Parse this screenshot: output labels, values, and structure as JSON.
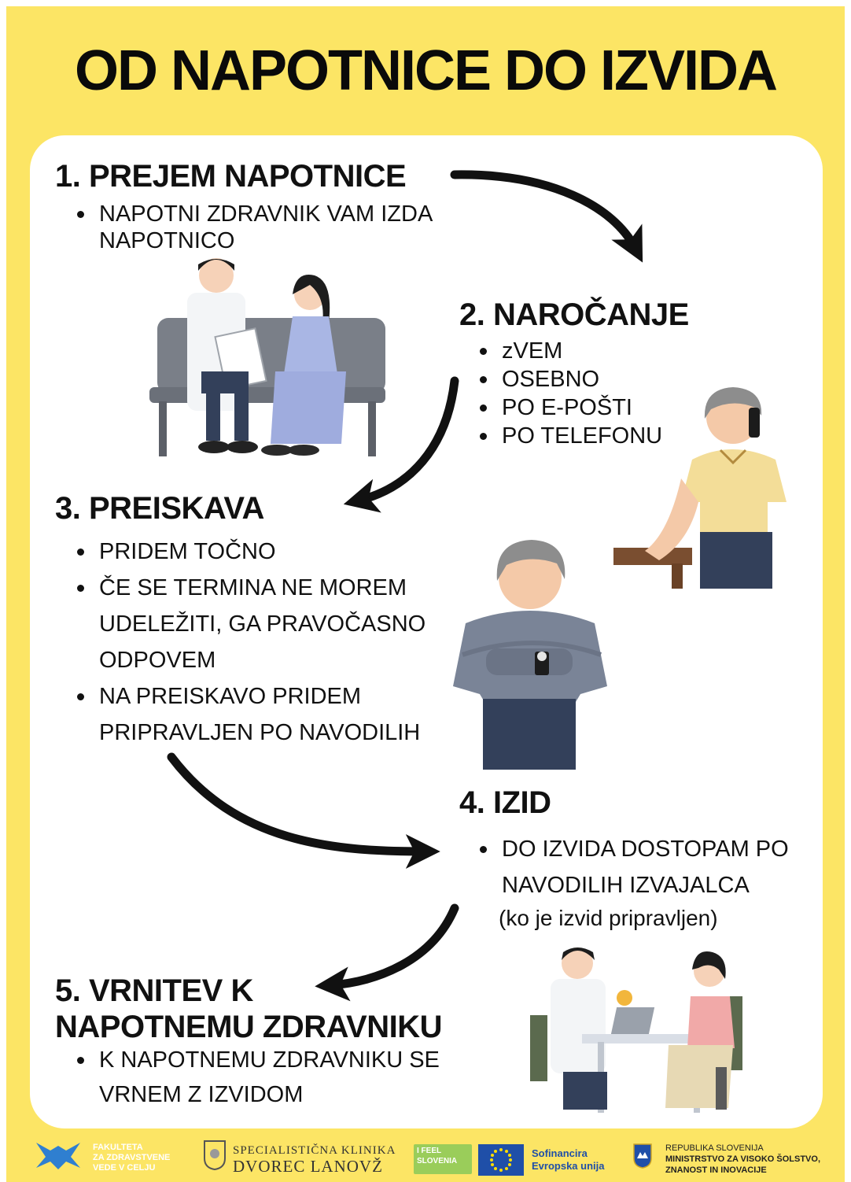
{
  "title": "OD NAPOTNICE DO IZVIDA",
  "steps": [
    {
      "heading": "1. PREJEM NAPOTNICE",
      "items": [
        "NAPOTNI ZDRAVNIK VAM IZDA NAPOTNICO"
      ]
    },
    {
      "heading": "2. NAROČANJE",
      "items": [
        "zVEM",
        "OSEBNO",
        "PO E-POŠTI",
        "PO TELEFONU"
      ]
    },
    {
      "heading": "3. PREISKAVA",
      "items": [
        "PRIDEM TOČNO",
        "ČE SE TERMINA NE MOREM UDELEŽITI, GA PRAVOČASNO ODPOVEM",
        "NA PREISKAVO PRIDEM PRIPRAVLJEN PO NAVODILIH"
      ]
    },
    {
      "heading": "4. IZID",
      "items": [
        "DO IZVIDA DOSTOPAM PO NAVODILIH IZVAJALCA"
      ],
      "note": "(ko je izvid pripravljen)"
    },
    {
      "heading_line1": "5. VRNITEV K",
      "heading_line2": "NAPOTNEMU ZDRAVNIKU",
      "items": [
        "K NAPOTNEMU ZDRAVNIKU SE VRNEM Z IZVIDOM"
      ]
    }
  ],
  "footer": {
    "faculty": [
      "FAKULTETA",
      "ZA ZDRAVSTVENE",
      "VEDE V CELJU"
    ],
    "clinic_line1": "SPECIALISTIČNA KLINIKA",
    "clinic_line2": "DVOREC LANOVŽ",
    "ifeel_line1": "I FEEL",
    "ifeel_line2": "SLOVENIA",
    "eu_line1": "Sofinancira",
    "eu_line2": "Evropska unija",
    "ministry_line1": "REPUBLIKA SLOVENIJA",
    "ministry_line2": "MINISTRSTVO ZA VISOKO ŠOLSTVO,",
    "ministry_line3": "ZNANOST IN INOVACIJE"
  },
  "colors": {
    "background": "#fce565",
    "panel": "#ffffff",
    "text": "#111111",
    "faculty_blue": "#2f7fd0",
    "eu_blue": "#1f4fa8",
    "eu_star": "#ffdd00"
  }
}
